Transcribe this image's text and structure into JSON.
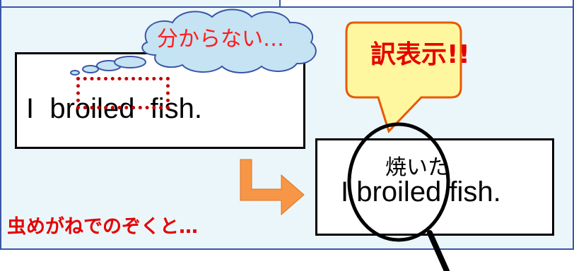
{
  "left_example": {
    "sentence_start": "I",
    "target_word": "broiled",
    "sentence_end": "fish."
  },
  "thought_bubble": {
    "text": "分からない…"
  },
  "callout": {
    "text": "訳表示!!"
  },
  "right_example": {
    "sentence": "I broiled fish.",
    "translation": "焼いた"
  },
  "caption": {
    "text": "虫めがねでのぞくと…"
  },
  "colors": {
    "panel_border": "#3a56a7",
    "panel_background": "#ebf6fb",
    "thought_fill": "#c5e3f2",
    "callout_fill": "#fff6a0",
    "callout_border": "#e85a00",
    "arrow_fill": "#f79646",
    "highlight_border": "#c00000",
    "japanese_text": "#ff0000"
  },
  "icons": {
    "magnifier": "magnifying-glass-icon",
    "arrow": "bent-arrow-icon"
  }
}
